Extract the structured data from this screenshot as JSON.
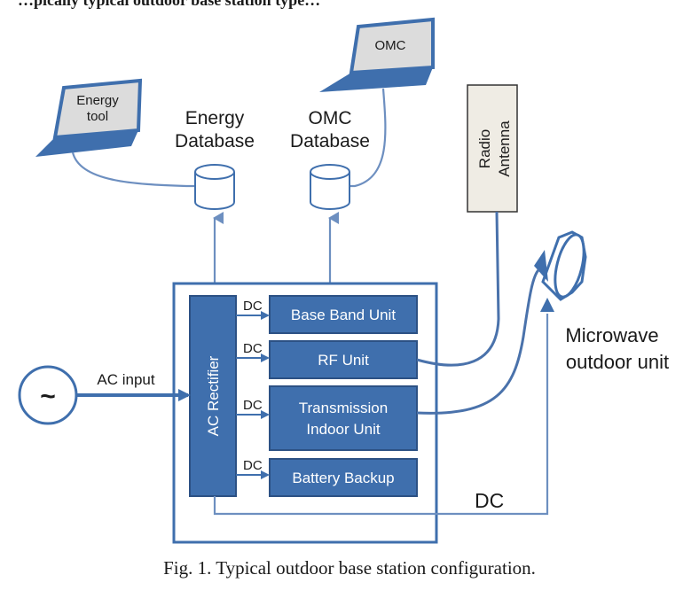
{
  "header_text": "…pically typical outdoor base station type…",
  "laptops": {
    "energy_tool": [
      "Energy",
      "tool"
    ],
    "omc": "OMC"
  },
  "databases": {
    "energy": [
      "Energy",
      "Database"
    ],
    "omc": [
      "OMC",
      "Database"
    ]
  },
  "radio_antenna": [
    "Radio",
    "Antenna"
  ],
  "microwave": [
    "Microwave",
    "outdoor unit"
  ],
  "ac_source_symbol": "~",
  "ac_input_label": "AC input",
  "rectifier_label": "AC Rectifier",
  "units": {
    "base_band": "Base Band Unit",
    "rf": "RF Unit",
    "transmission": [
      "Transmission",
      "Indoor Unit"
    ],
    "battery": "Battery Backup"
  },
  "dc_label": "DC",
  "dc_bottom_label": "DC",
  "caption": "Fig. 1.  Typical outdoor base station configuration.",
  "colors": {
    "box_blue": "#3f6fad",
    "wire_blue": "#6d8fc0",
    "antenna_fill": "#efece4"
  }
}
